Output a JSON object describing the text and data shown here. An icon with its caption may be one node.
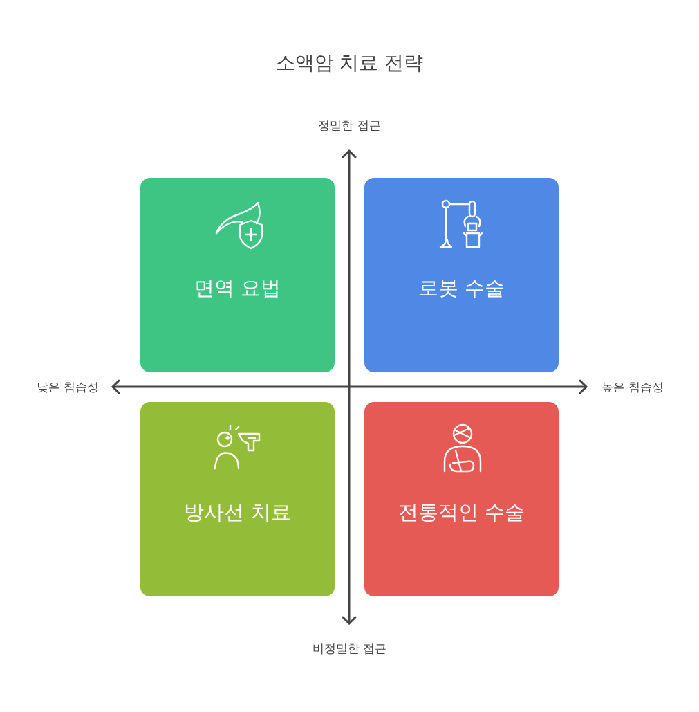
{
  "diagram": {
    "title": "소액암 치료 전략",
    "nodes": [
      {
        "text": [
          "면역 요법"
        ]
      },
      {
        "text": [
          "로봇 수술"
        ]
      },
      {
        "text": [
          "방사선 치료"
        ]
      },
      {
        "text": [
          "전통적인 수술"
        ]
      }
    ],
    "labels": [
      "정밀한 접근",
      "낮은 침습성",
      "높은 침습성",
      "비정밀한 접근"
    ]
  }
}
